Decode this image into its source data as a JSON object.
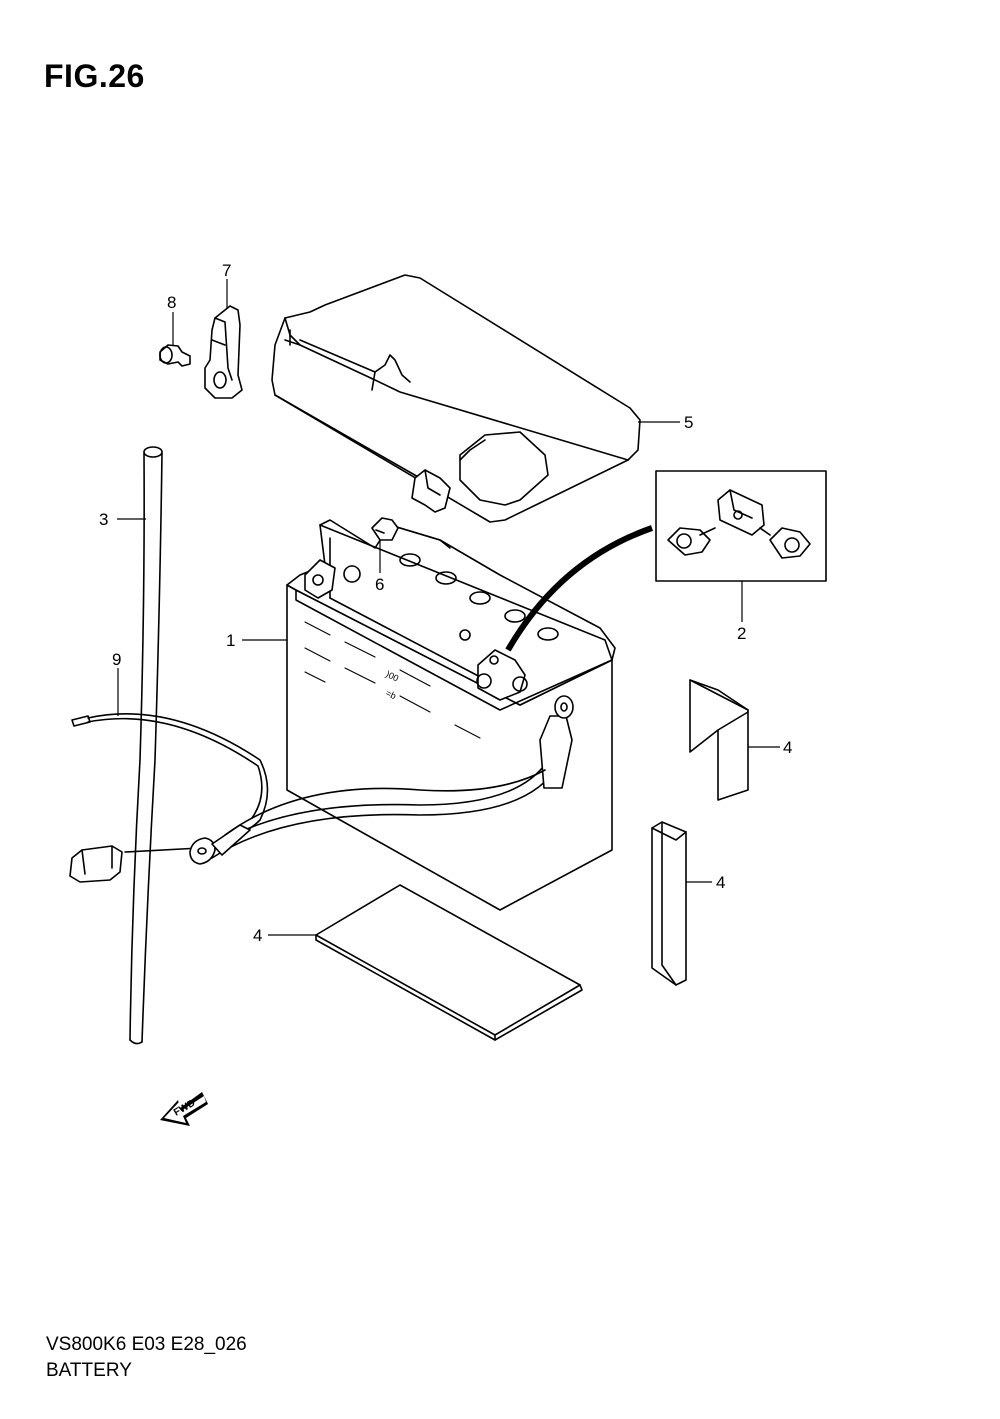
{
  "figure": {
    "title": "FIG.26"
  },
  "footer": {
    "model_code": "VS800K6 E03 E28_026",
    "section_name": "BATTERY"
  },
  "fwd_arrow": {
    "label": "FWD"
  },
  "callouts": {
    "battery": "1",
    "terminal_bolt_set": "2",
    "breather_hose": "3",
    "cushion_upper": "4",
    "cushion_side": "4",
    "cushion_bottom": "4",
    "battery_cover": "5",
    "cover_bolt": "6",
    "cover_clip": "7",
    "clip_screw": "8",
    "lead_wire": "9"
  }
}
